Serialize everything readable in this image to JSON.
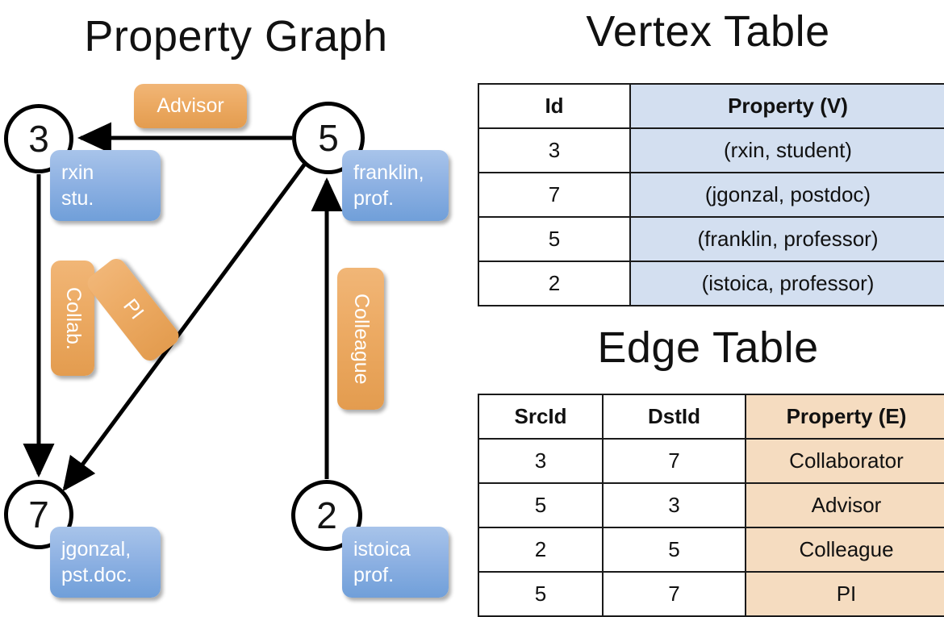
{
  "titles": {
    "property_graph": "Property Graph",
    "vertex_table": "Vertex Table",
    "edge_table": "Edge Table"
  },
  "colors": {
    "vertex_property_fill": "#d3dff0",
    "edge_property_fill": "#f5dcc0",
    "vertex_box_blue": "#8fb2e3",
    "edge_label_orange": "#ecaa63",
    "stroke": "#000000",
    "background": "#ffffff"
  },
  "graph": {
    "nodes": [
      {
        "id": "3",
        "label": "3",
        "property_lines": [
          "rxin",
          "stu."
        ]
      },
      {
        "id": "5",
        "label": "5",
        "property_lines": [
          "franklin,",
          "prof."
        ]
      },
      {
        "id": "7",
        "label": "7",
        "property_lines": [
          "jgonzal,",
          "pst.doc."
        ]
      },
      {
        "id": "2",
        "label": "2",
        "property_lines": [
          "istoica",
          "prof."
        ]
      }
    ],
    "edge_labels": [
      {
        "name": "advisor-label",
        "text": "Advisor",
        "orientation": "horizontal"
      },
      {
        "name": "collab-label",
        "text": "Collab.",
        "orientation": "vertical"
      },
      {
        "name": "pi-label",
        "text": "PI",
        "orientation": "diagonal"
      },
      {
        "name": "colleague-label",
        "text": "Colleague",
        "orientation": "vertical"
      }
    ],
    "edges": [
      {
        "src": "5",
        "dst": "3",
        "label": "Advisor"
      },
      {
        "src": "3",
        "dst": "7",
        "label": "Collab."
      },
      {
        "src": "5",
        "dst": "7",
        "label": "PI"
      },
      {
        "src": "2",
        "dst": "5",
        "label": "Colleague"
      }
    ]
  },
  "vertex_table": {
    "headers": [
      "Id",
      "Property (V)"
    ],
    "rows": [
      {
        "id": "3",
        "property": "(rxin, student)"
      },
      {
        "id": "7",
        "property": "(jgonzal, postdoc)"
      },
      {
        "id": "5",
        "property": "(franklin, professor)"
      },
      {
        "id": "2",
        "property": "(istoica, professor)"
      }
    ]
  },
  "edge_table": {
    "headers": [
      "SrcId",
      "DstId",
      "Property (E)"
    ],
    "rows": [
      {
        "src": "3",
        "dst": "7",
        "property": "Collaborator"
      },
      {
        "src": "5",
        "dst": "3",
        "property": "Advisor"
      },
      {
        "src": "2",
        "dst": "5",
        "property": "Colleague"
      },
      {
        "src": "5",
        "dst": "7",
        "property": "PI"
      }
    ]
  }
}
